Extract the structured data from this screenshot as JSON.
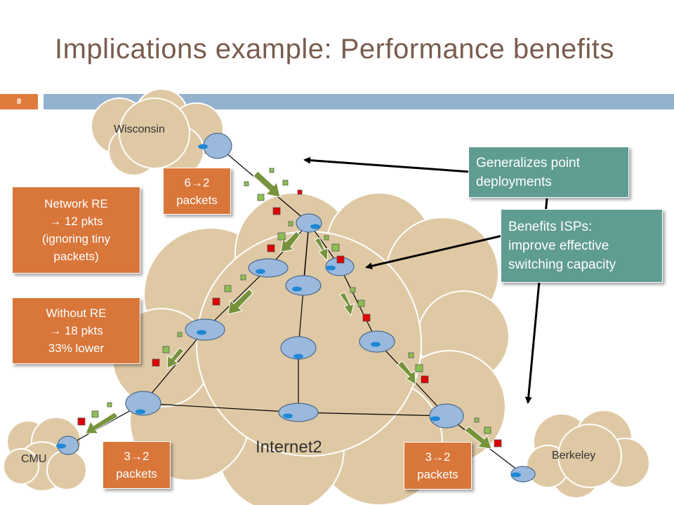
{
  "slide": {
    "title": "Implications example: Performance benefits",
    "number": "8"
  },
  "clouds": {
    "wisconsin": "Wisconsin",
    "cmu": "CMU",
    "berkeley": "Berkeley",
    "internet2": "Internet2"
  },
  "boxes": {
    "packets_top": [
      "6→2",
      "packets"
    ],
    "network_re": [
      "Network RE",
      "→ 12 pkts",
      "(ignoring tiny",
      "packets)"
    ],
    "without_re": [
      "Without RE",
      "→ 18 pkts",
      "33% lower"
    ],
    "packets_left": [
      "3→2",
      "packets"
    ],
    "packets_right": [
      "3→2",
      "packets"
    ],
    "generalizes": [
      "Generalizes point",
      "deployments"
    ],
    "benefits": [
      "Benefits ISPs:",
      "improve effective",
      "switching capacity"
    ]
  },
  "colors": {
    "cloud": "#dfc9a4",
    "router": "#9bb9dc",
    "orange_box": "#d9763a",
    "teal_box": "#5f9c91",
    "packet_red": "#e00000",
    "packet_green": "#8cc152",
    "arrow_green": "#77933c"
  }
}
